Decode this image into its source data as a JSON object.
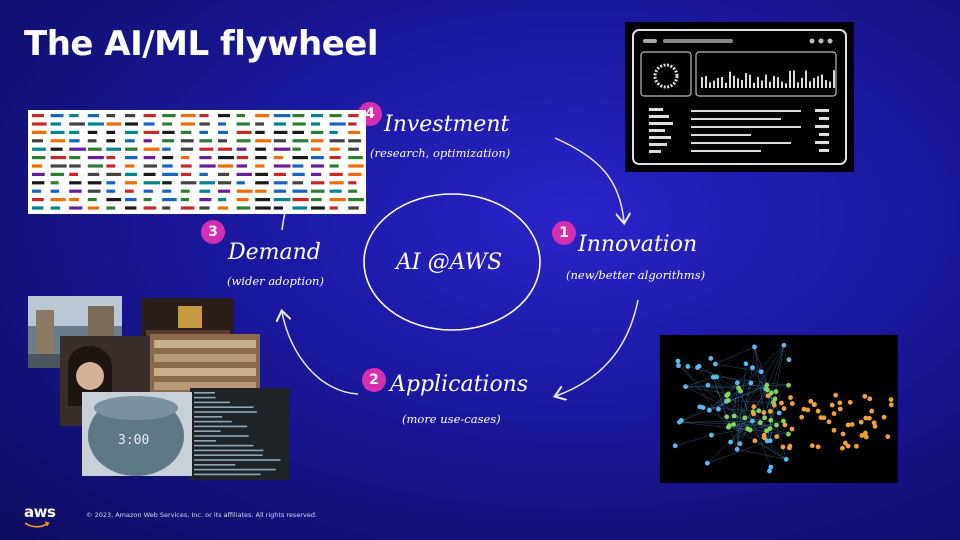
{
  "slide": {
    "title": "The AI/ML flywheel",
    "center": "AI @AWS",
    "footer": "© 2023, Amazon Web Services, Inc. or its affiliates. All rights reserved.",
    "logo": "aws"
  },
  "stages": [
    {
      "number": "1",
      "label": "Innovation",
      "sub": "(new/better algorithms)"
    },
    {
      "number": "2",
      "label": "Applications",
      "sub": "(more use-cases)"
    },
    {
      "number": "3",
      "label": "Demand",
      "sub": "(wider adoption)"
    },
    {
      "number": "4",
      "label": "Investment",
      "sub": "(research, optimization)"
    }
  ],
  "colors": {
    "background": "#1c1aa6",
    "badge": "#d62eb0",
    "arrow": "#e8e8ff"
  },
  "icons": [
    "dashboard-icon",
    "customer-logos-icon",
    "echo-device-icon",
    "network-graph-icon"
  ]
}
